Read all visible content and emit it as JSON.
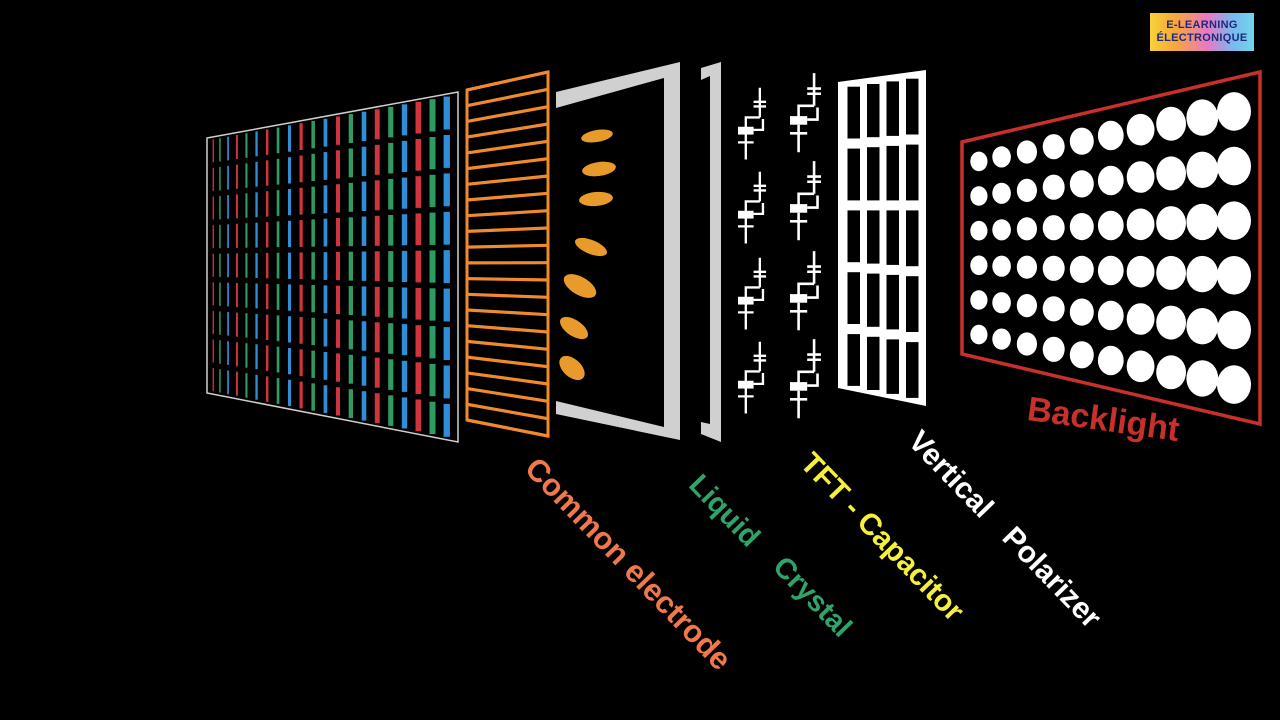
{
  "logo": {
    "line1": "E-LEARNING",
    "line2": "ÉLECTRONIQUE"
  },
  "labels": {
    "common_electrode": "Common electrode",
    "liquid": "Liquid",
    "crystal": "Crystal",
    "tft_capacitor": "TFT - Capacitor",
    "vertical": "Vertical",
    "polarizer": "Polarizer",
    "backlight": "Backlight"
  },
  "colors": {
    "background": "#000000",
    "color_filter_red": "#d0343c",
    "color_filter_green": "#2f9b63",
    "color_filter_blue": "#2f8ed6",
    "electrode": "#f08a2c",
    "liquid_crystal": "#e89a2a",
    "frame": "#d0d0d0",
    "common_electrode_label": "#f0784a",
    "liquid_crystal_label": "#2fa46a",
    "tft_label": "#f5f03a",
    "polarizer_label": "#ffffff",
    "backlight": "#c8302c"
  }
}
